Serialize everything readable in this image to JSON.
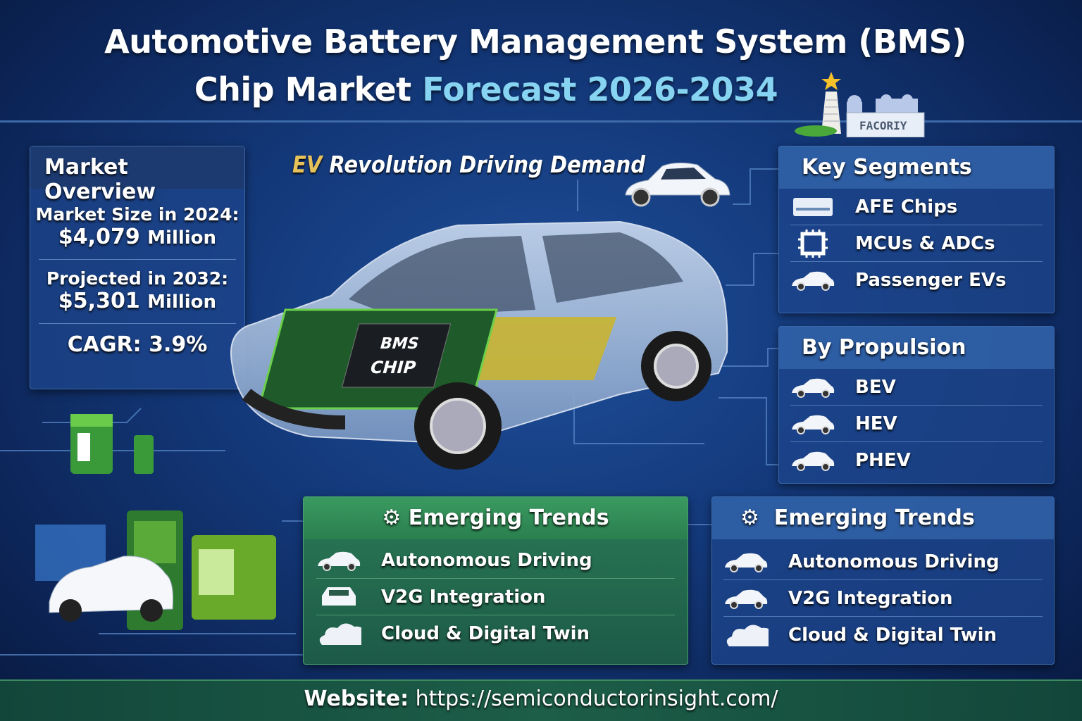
{
  "title": {
    "line1": "Automotive Battery Management System (BMS)",
    "line2_plain": "Chip Market ",
    "line2_accent": "Forecast 2026-2034"
  },
  "logo_text": "FACORIY",
  "colors": {
    "background": "#143a7c",
    "accent": "#86d4f2",
    "gold": "#e7c25a",
    "green_panel": "#2a7a55"
  },
  "market_overview": {
    "title": "Market Overview",
    "size_label": "Market Size in 2024:",
    "size_value": "$4,079",
    "size_unit": "Million",
    "projected_label": "Projected in 2032:",
    "projected_value": "$5,301",
    "projected_unit": "Million",
    "cagr": "CAGR: 3.9%"
  },
  "headline": {
    "ev": "EV",
    "rest": " Revolution Driving Demand"
  },
  "chip_label": {
    "line1": "BMS",
    "line2": "CHIP"
  },
  "key_segments": {
    "title": "Key Segments",
    "items": [
      {
        "label": "AFE Chips",
        "icon": "chip-board-icon"
      },
      {
        "label": "MCUs & ADCs",
        "icon": "microchip-icon"
      },
      {
        "label": "Passenger EVs",
        "icon": "car-icon"
      }
    ]
  },
  "by_propulsion": {
    "title": "By Propulsion",
    "items": [
      {
        "label": "BEV",
        "icon": "car-icon"
      },
      {
        "label": "HEV",
        "icon": "car-icon"
      },
      {
        "label": "PHEV",
        "icon": "car-icon"
      }
    ]
  },
  "trends_green": {
    "title": "Emerging Trends",
    "items": [
      {
        "label": "Autonomous Driving",
        "icon": "car-icon"
      },
      {
        "label": "V2G Integration",
        "icon": "car-front-icon"
      },
      {
        "label": "Cloud & Digital Twin",
        "icon": "cloud-icon"
      }
    ]
  },
  "trends_blue": {
    "title": "Emerging Trends",
    "items": [
      {
        "label": "Autonomous Driving",
        "icon": "car-icon"
      },
      {
        "label": "V2G Integration",
        "icon": "car-icon"
      },
      {
        "label": "Cloud & Digital Twin",
        "icon": "cloud-icon"
      }
    ]
  },
  "footer": {
    "label": "Website:",
    "url": " https://semiconductorinsight.com/"
  }
}
